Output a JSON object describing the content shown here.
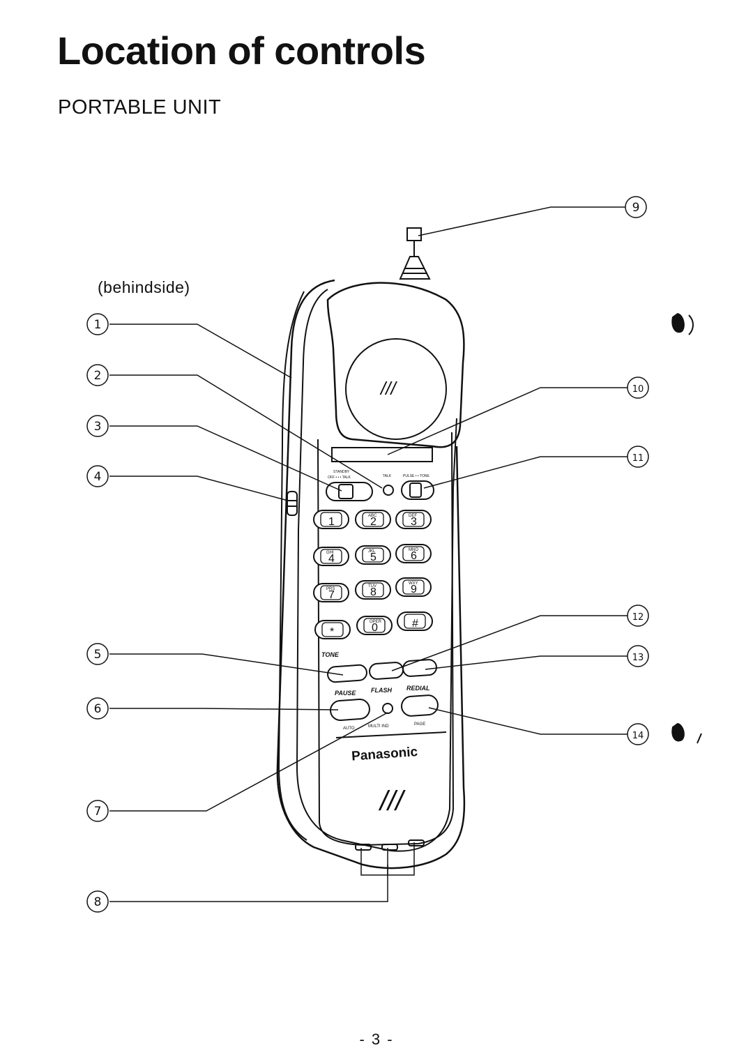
{
  "page": {
    "title": "Location of controls",
    "subtitle": "PORTABLE UNIT",
    "behind_label": "(behindside)",
    "page_number": "- 3 -"
  },
  "callouts": [
    "1",
    "2",
    "3",
    "4",
    "5",
    "6",
    "7",
    "8",
    "9",
    "10",
    "11",
    "12",
    "13",
    "14"
  ],
  "keypad": {
    "rows": [
      [
        {
          "main": "1",
          "sub": ""
        },
        {
          "main": "2",
          "sub": "ABC"
        },
        {
          "main": "3",
          "sub": "DEF"
        }
      ],
      [
        {
          "main": "4",
          "sub": "GHI"
        },
        {
          "main": "5",
          "sub": "JKL"
        },
        {
          "main": "6",
          "sub": "MNO"
        }
      ],
      [
        {
          "main": "7",
          "sub": "PRS"
        },
        {
          "main": "8",
          "sub": "TUV"
        },
        {
          "main": "9",
          "sub": "WXY"
        }
      ],
      [
        {
          "main": "*",
          "sub": ""
        },
        {
          "main": "0",
          "sub": "OPER"
        },
        {
          "main": "#",
          "sub": ""
        }
      ]
    ]
  },
  "labels": {
    "tone": "TONE",
    "pause": "PAUSE",
    "flash": "FLASH",
    "redial": "REDIAL",
    "auto": "AUTO",
    "multi_ind": "MULTI IND",
    "page": "PAGE",
    "standby": "STANDBY",
    "off_talk": "OFF • • • TALK",
    "talk": "TALK",
    "pulse_tone": "PULSE • • TONE"
  },
  "brand": "Panasonic",
  "grille_mark": "///",
  "colors": {
    "ink": "#111111",
    "paper": "#ffffff"
  }
}
